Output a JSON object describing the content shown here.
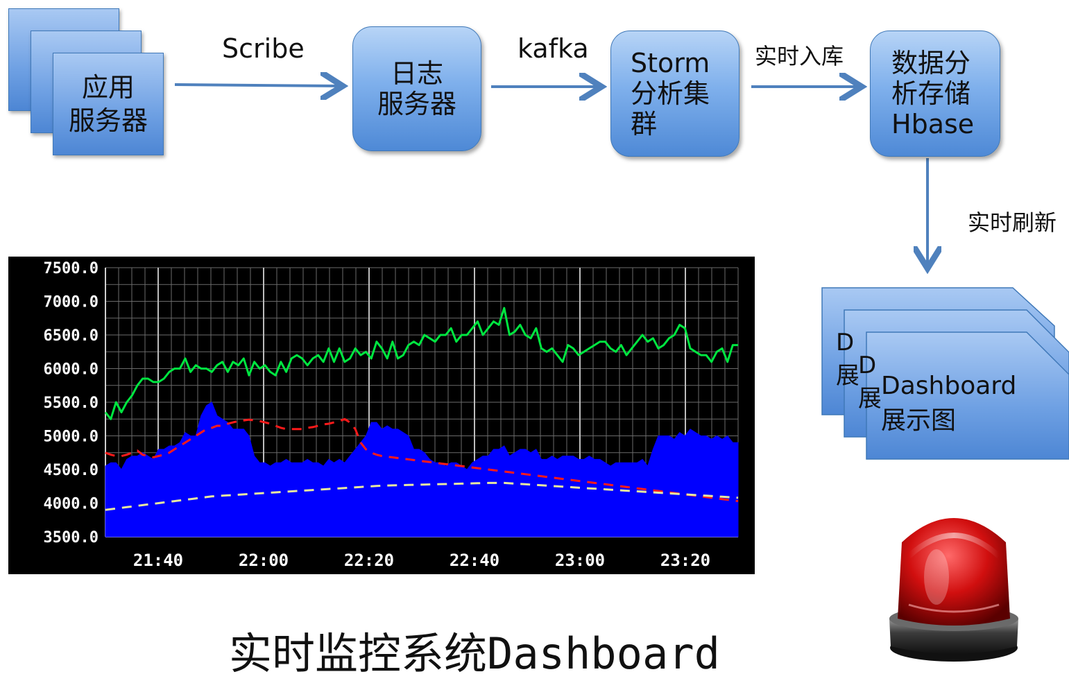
{
  "pipeline": {
    "app_servers": "应用\n服务器",
    "log_servers": "日志\n服务器",
    "storm": "Storm\n分析集\n群",
    "hbase": "数据分\n析存储\nHbase",
    "dashboard_back1": "D\n展",
    "dashboard_back2": "D\n展",
    "dashboard": "Dashboard\n展示图",
    "edge_scribe": "Scribe",
    "edge_kafka": "kafka",
    "edge_store": "实时入库",
    "edge_refresh": "实时刷新"
  },
  "chart_data": {
    "type": "line",
    "y_ticks": [
      "7500.0",
      "7000.0",
      "6500.0",
      "6000.0",
      "5500.0",
      "5000.0",
      "4500.0",
      "4000.0",
      "3500.0"
    ],
    "x_ticks": [
      "21:40",
      "22:00",
      "22:20",
      "22:40",
      "23:00",
      "23:20"
    ],
    "ylim": [
      3500,
      7500
    ],
    "xlim": [
      0,
      120
    ],
    "x_tick_pos": [
      10,
      30,
      50,
      70,
      90,
      110
    ],
    "grid": true,
    "background": "#000000",
    "series": [
      {
        "color": "#0000ff",
        "style": "area",
        "values": [
          4550,
          4600,
          4600,
          4500,
          4650,
          4700,
          4700,
          4750,
          4700,
          4650,
          4800,
          4800,
          4850,
          4850,
          4900,
          5050,
          5000,
          5000,
          5300,
          5450,
          5500,
          5300,
          5250,
          5200,
          5100,
          5100,
          5100,
          5000,
          4700,
          4600,
          4600,
          4550,
          4600,
          4600,
          4650,
          4600,
          4600,
          4600,
          4650,
          4600,
          4600,
          4550,
          4650,
          4600,
          4650,
          4600,
          4700,
          4800,
          4900,
          5000,
          5200,
          5200,
          5100,
          5150,
          5100,
          5100,
          5050,
          5000,
          4800,
          4800,
          4750,
          4650,
          4600,
          4600,
          4550,
          4600,
          4600,
          4550,
          4500,
          4600,
          4650,
          4700,
          4700,
          4800,
          4800,
          4850,
          4700,
          4750,
          4800,
          4800,
          4750,
          4800,
          4650,
          4650,
          4700,
          4650,
          4700,
          4700,
          4700,
          4650,
          4650,
          4700,
          4650,
          4650,
          4600,
          4550,
          4600,
          4600,
          4600,
          4600,
          4600,
          4650,
          4550,
          4800,
          5000,
          5000,
          5000,
          4950,
          5050,
          5000,
          5100,
          5050,
          5000,
          5000,
          4950,
          5000,
          4950,
          5000,
          4900,
          4900
        ]
      },
      {
        "color": "#00e640",
        "style": "line",
        "values": [
          5350,
          5250,
          5500,
          5350,
          5500,
          5600,
          5750,
          5850,
          5850,
          5800,
          5800,
          5850,
          5950,
          6000,
          6000,
          6150,
          5950,
          6050,
          6000,
          6000,
          5950,
          6050,
          6100,
          5950,
          6100,
          6050,
          6150,
          5900,
          6100,
          6000,
          6050,
          5950,
          5900,
          6100,
          5950,
          6150,
          6200,
          6150,
          6050,
          6150,
          6200,
          6100,
          6300,
          6100,
          6300,
          6100,
          6150,
          6300,
          6200,
          6250,
          6150,
          6400,
          6300,
          6150,
          6400,
          6150,
          6200,
          6350,
          6400,
          6350,
          6500,
          6450,
          6400,
          6500,
          6500,
          6600,
          6400,
          6500,
          6500,
          6600,
          6700,
          6500,
          6600,
          6700,
          6650,
          6900,
          6500,
          6550,
          6650,
          6500,
          6450,
          6600,
          6300,
          6250,
          6300,
          6200,
          6100,
          6350,
          6300,
          6200,
          6250,
          6300,
          6350,
          6400,
          6400,
          6300,
          6250,
          6350,
          6200,
          6300,
          6400,
          6500,
          6400,
          6450,
          6300,
          6350,
          6450,
          6500,
          6650,
          6600,
          6300,
          6250,
          6200,
          6200,
          6100,
          6250,
          6300,
          6100,
          6350,
          6350
        ]
      },
      {
        "color": "#ff1a1a",
        "style": "dashed",
        "values": [
          4750,
          4720,
          4700,
          4700,
          4720,
          4750,
          4780,
          4720,
          4700,
          4680,
          4700,
          4720,
          4750,
          4800,
          4850,
          4900,
          4950,
          5000,
          5050,
          5100,
          5120,
          5150,
          5150,
          5180,
          5200,
          5220,
          5230,
          5240,
          5230,
          5220,
          5200,
          5180,
          5150,
          5120,
          5100,
          5100,
          5100,
          5100,
          5120,
          5130,
          5150,
          5170,
          5180,
          5200,
          5220,
          5250,
          5200,
          5100,
          4900,
          4800,
          4750,
          4720,
          4700,
          4690,
          4680,
          4670,
          4660,
          4650,
          4640,
          4630,
          4620,
          4610,
          4600,
          4590,
          4580,
          4570,
          4560,
          4550,
          4540,
          4530,
          4520,
          4510,
          4500,
          4490,
          4480,
          4470,
          4460,
          4450,
          4440,
          4430,
          4420,
          4410,
          4400,
          4390,
          4380,
          4370,
          4360,
          4350,
          4340,
          4330,
          4320,
          4310,
          4300,
          4290,
          4280,
          4270,
          4260,
          4250,
          4240,
          4230,
          4220,
          4210,
          4200,
          4190,
          4180,
          4170,
          4160,
          4150,
          4140,
          4130,
          4120,
          4110,
          4100,
          4090,
          4080,
          4070,
          4060,
          4050,
          4040,
          4030
        ]
      },
      {
        "color": "#e8e8a0",
        "style": "dashed",
        "values": [
          3900,
          3910,
          3920,
          3930,
          3940,
          3950,
          3960,
          3970,
          3980,
          3990,
          4000,
          4010,
          4020,
          4030,
          4040,
          4050,
          4060,
          4070,
          4080,
          4090,
          4100,
          4105,
          4110,
          4115,
          4120,
          4125,
          4130,
          4135,
          4140,
          4145,
          4150,
          4155,
          4160,
          4165,
          4170,
          4175,
          4180,
          4185,
          4190,
          4195,
          4200,
          4205,
          4210,
          4215,
          4220,
          4225,
          4230,
          4235,
          4240,
          4245,
          4250,
          4255,
          4260,
          4262,
          4264,
          4266,
          4268,
          4270,
          4272,
          4274,
          4276,
          4278,
          4280,
          4282,
          4284,
          4286,
          4288,
          4290,
          4292,
          4294,
          4296,
          4298,
          4300,
          4300,
          4300,
          4300,
          4295,
          4290,
          4285,
          4280,
          4275,
          4270,
          4265,
          4260,
          4255,
          4250,
          4245,
          4240,
          4235,
          4230,
          4225,
          4220,
          4215,
          4210,
          4205,
          4200,
          4195,
          4190,
          4185,
          4180,
          4175,
          4170,
          4165,
          4160,
          4155,
          4150,
          4145,
          4140,
          4135,
          4130,
          4125,
          4120,
          4115,
          4110,
          4105,
          4100,
          4095,
          4090,
          4085,
          4080
        ]
      }
    ]
  },
  "title": "实时监控系统Dashboard",
  "icons": {
    "alarm": "siren-icon"
  },
  "colors": {
    "node_blue": "#6fa3e6",
    "arrow": "#4f81bd",
    "chart_bg": "#000000"
  }
}
